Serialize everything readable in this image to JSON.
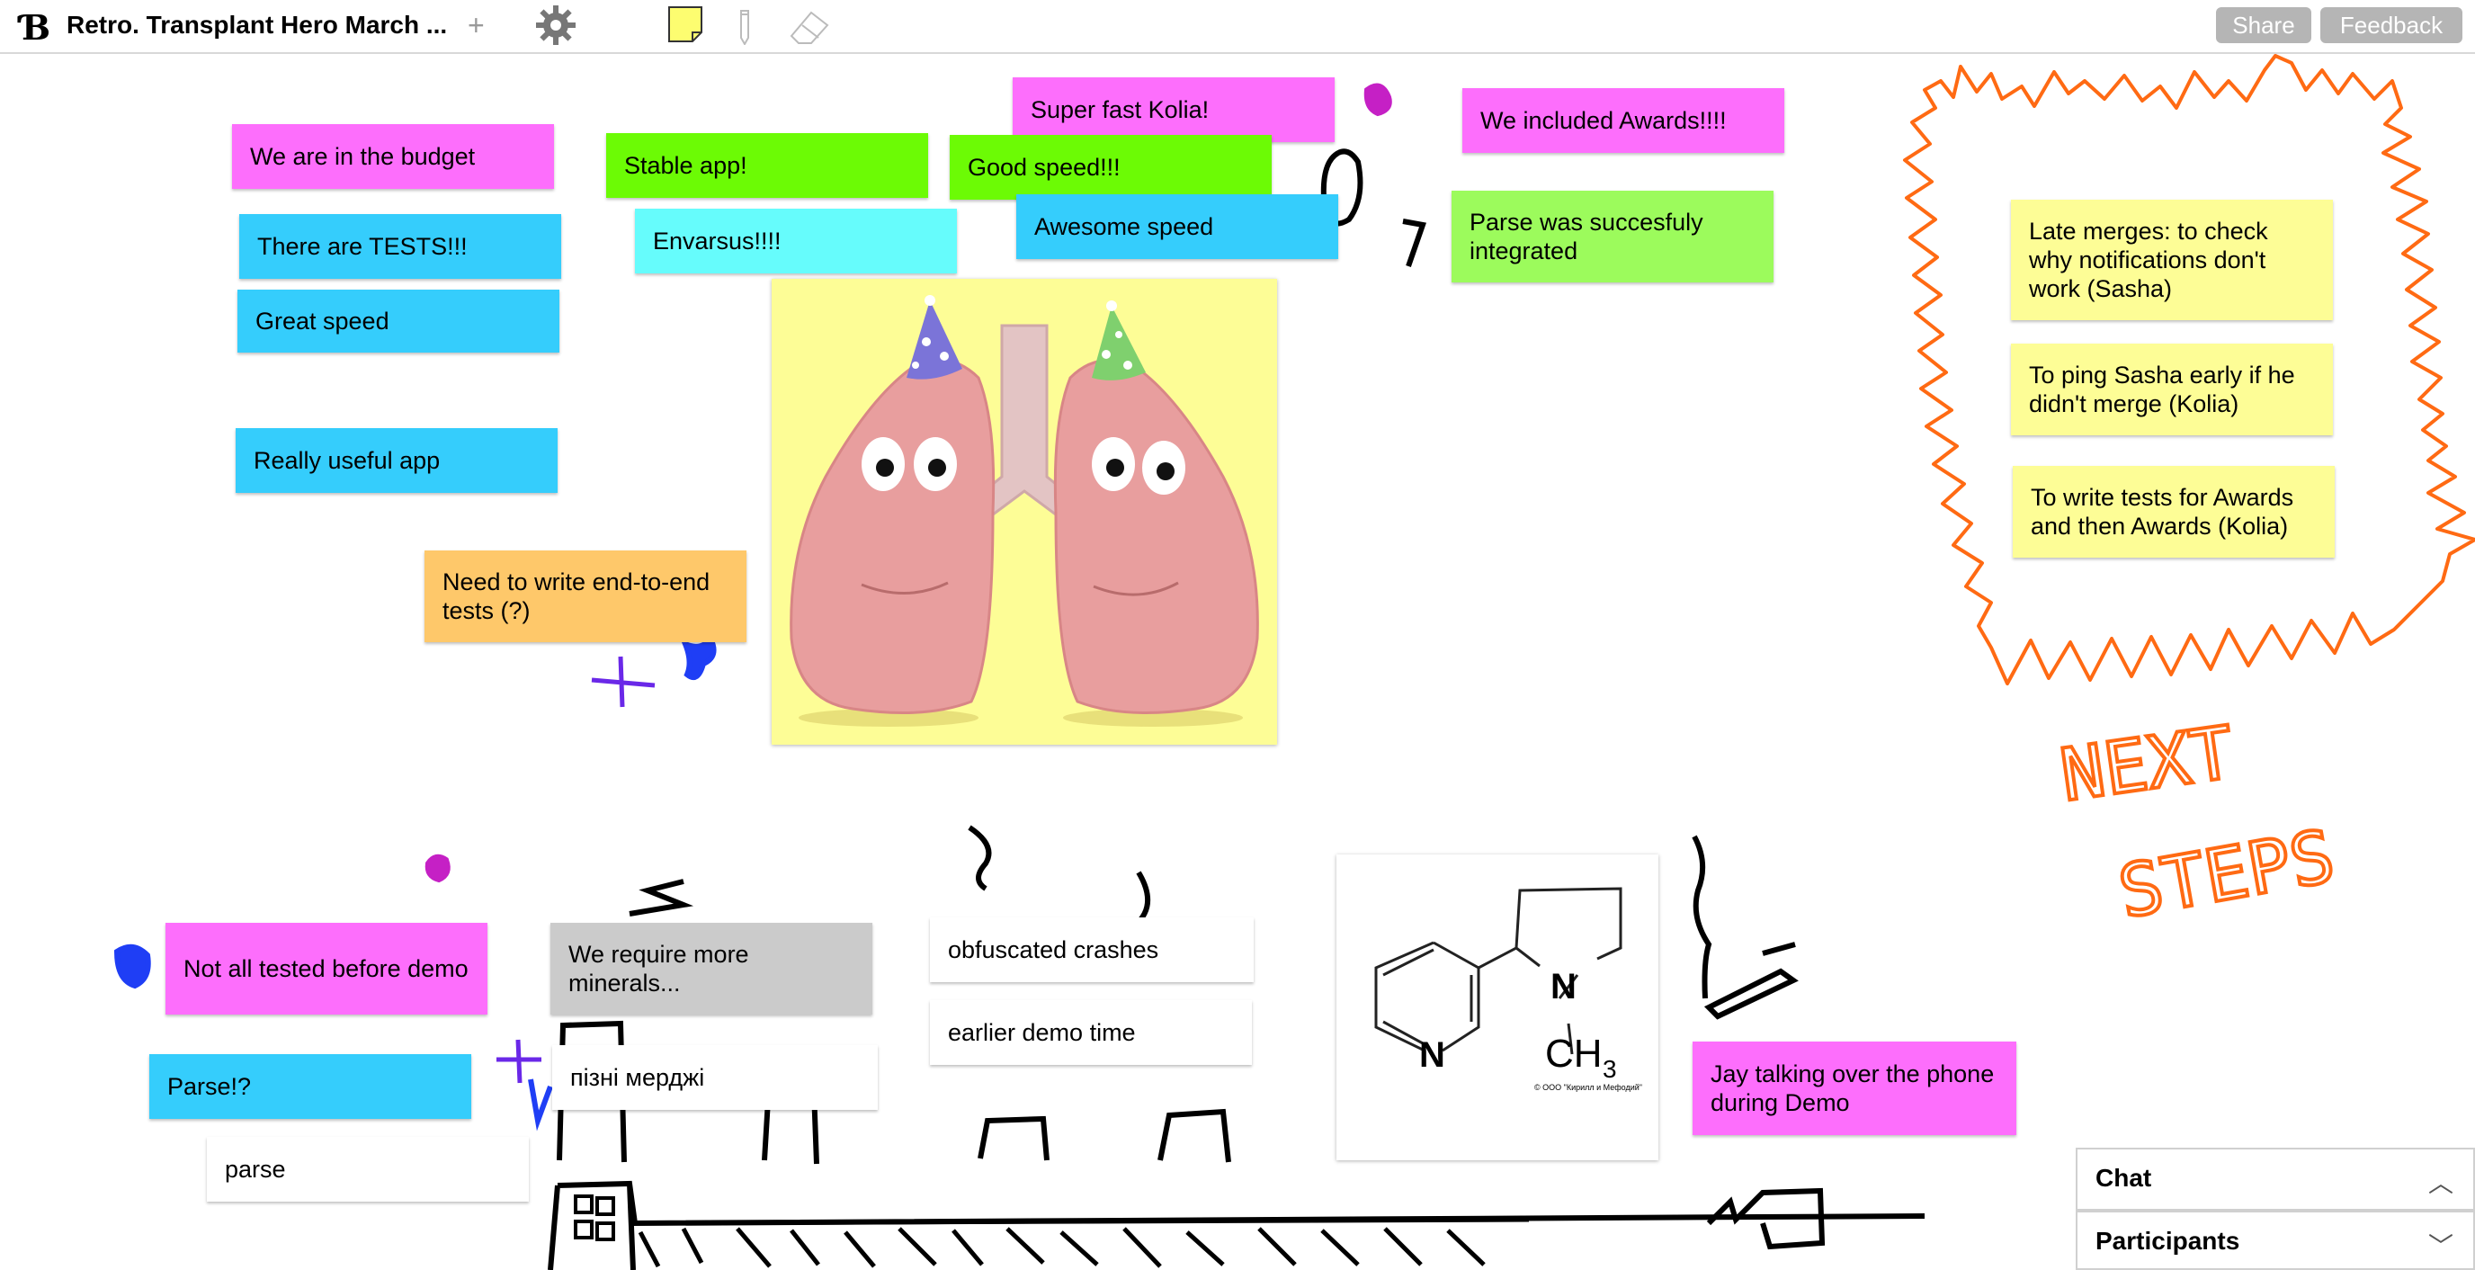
{
  "header": {
    "logo": "Ɓ",
    "title": "Retro. Transplant Hero March ...",
    "add_label": "+",
    "settings_icon": "gear-icon",
    "note_tool_icon": "sticky-note-icon",
    "pen_tool_icon": "pencil-icon",
    "eraser_tool_icon": "eraser-icon",
    "share_label": "Share",
    "feedback_label": "Feedback"
  },
  "notes": {
    "budget": "We are in the budget",
    "tests": "There are TESTS!!!",
    "great_speed": "Great speed",
    "useful_app": "Really useful app",
    "stable_app": "Stable app!",
    "envarsus": "Envarsus!!!!",
    "super_fast": "Super fast Kolia!",
    "good_speed": "Good speed!!!",
    "awesome_speed": "Awesome speed",
    "awards": "We included Awards!!!!",
    "parse_integrated": "Parse was succesfuly integrated",
    "end_to_end": "Need to write end-to-end tests (?)",
    "late_merges": "Late merges: to check why notifications don't work (Sasha)",
    "ping_sasha": "To ping Sasha early if he didn't merge (Kolia)",
    "write_tests": "To write tests for Awards and then Awards (Kolia)",
    "not_tested": "Not all tested before demo",
    "minerals": "We require more minerals...",
    "obfuscated": "obfuscated crashes",
    "earlier_demo": "earlier demo time",
    "late_merges_uk": "пізні мерджі",
    "parse_q": "Parse!?",
    "parse": "parse",
    "jay": "Jay talking over the phone during Demo"
  },
  "drawings": {
    "next_steps_line1": "NEXT",
    "next_steps_line2": "STEPS"
  },
  "images": {
    "lungs": "party-lungs-illustration",
    "molecule_n1": "N",
    "molecule_n2": "N",
    "molecule_ch": "CH",
    "molecule_sub": "3",
    "molecule_copyright": "© ООО \"Кирилл и Мефодий\""
  },
  "panels": {
    "chat_label": "Chat",
    "participants_label": "Participants"
  },
  "colors": {
    "pink": "#fd6efc",
    "green": "#6cfb05",
    "blue": "#35cdfc",
    "orange_ink": "#ff6a13",
    "yellow": "#fdfd96"
  }
}
